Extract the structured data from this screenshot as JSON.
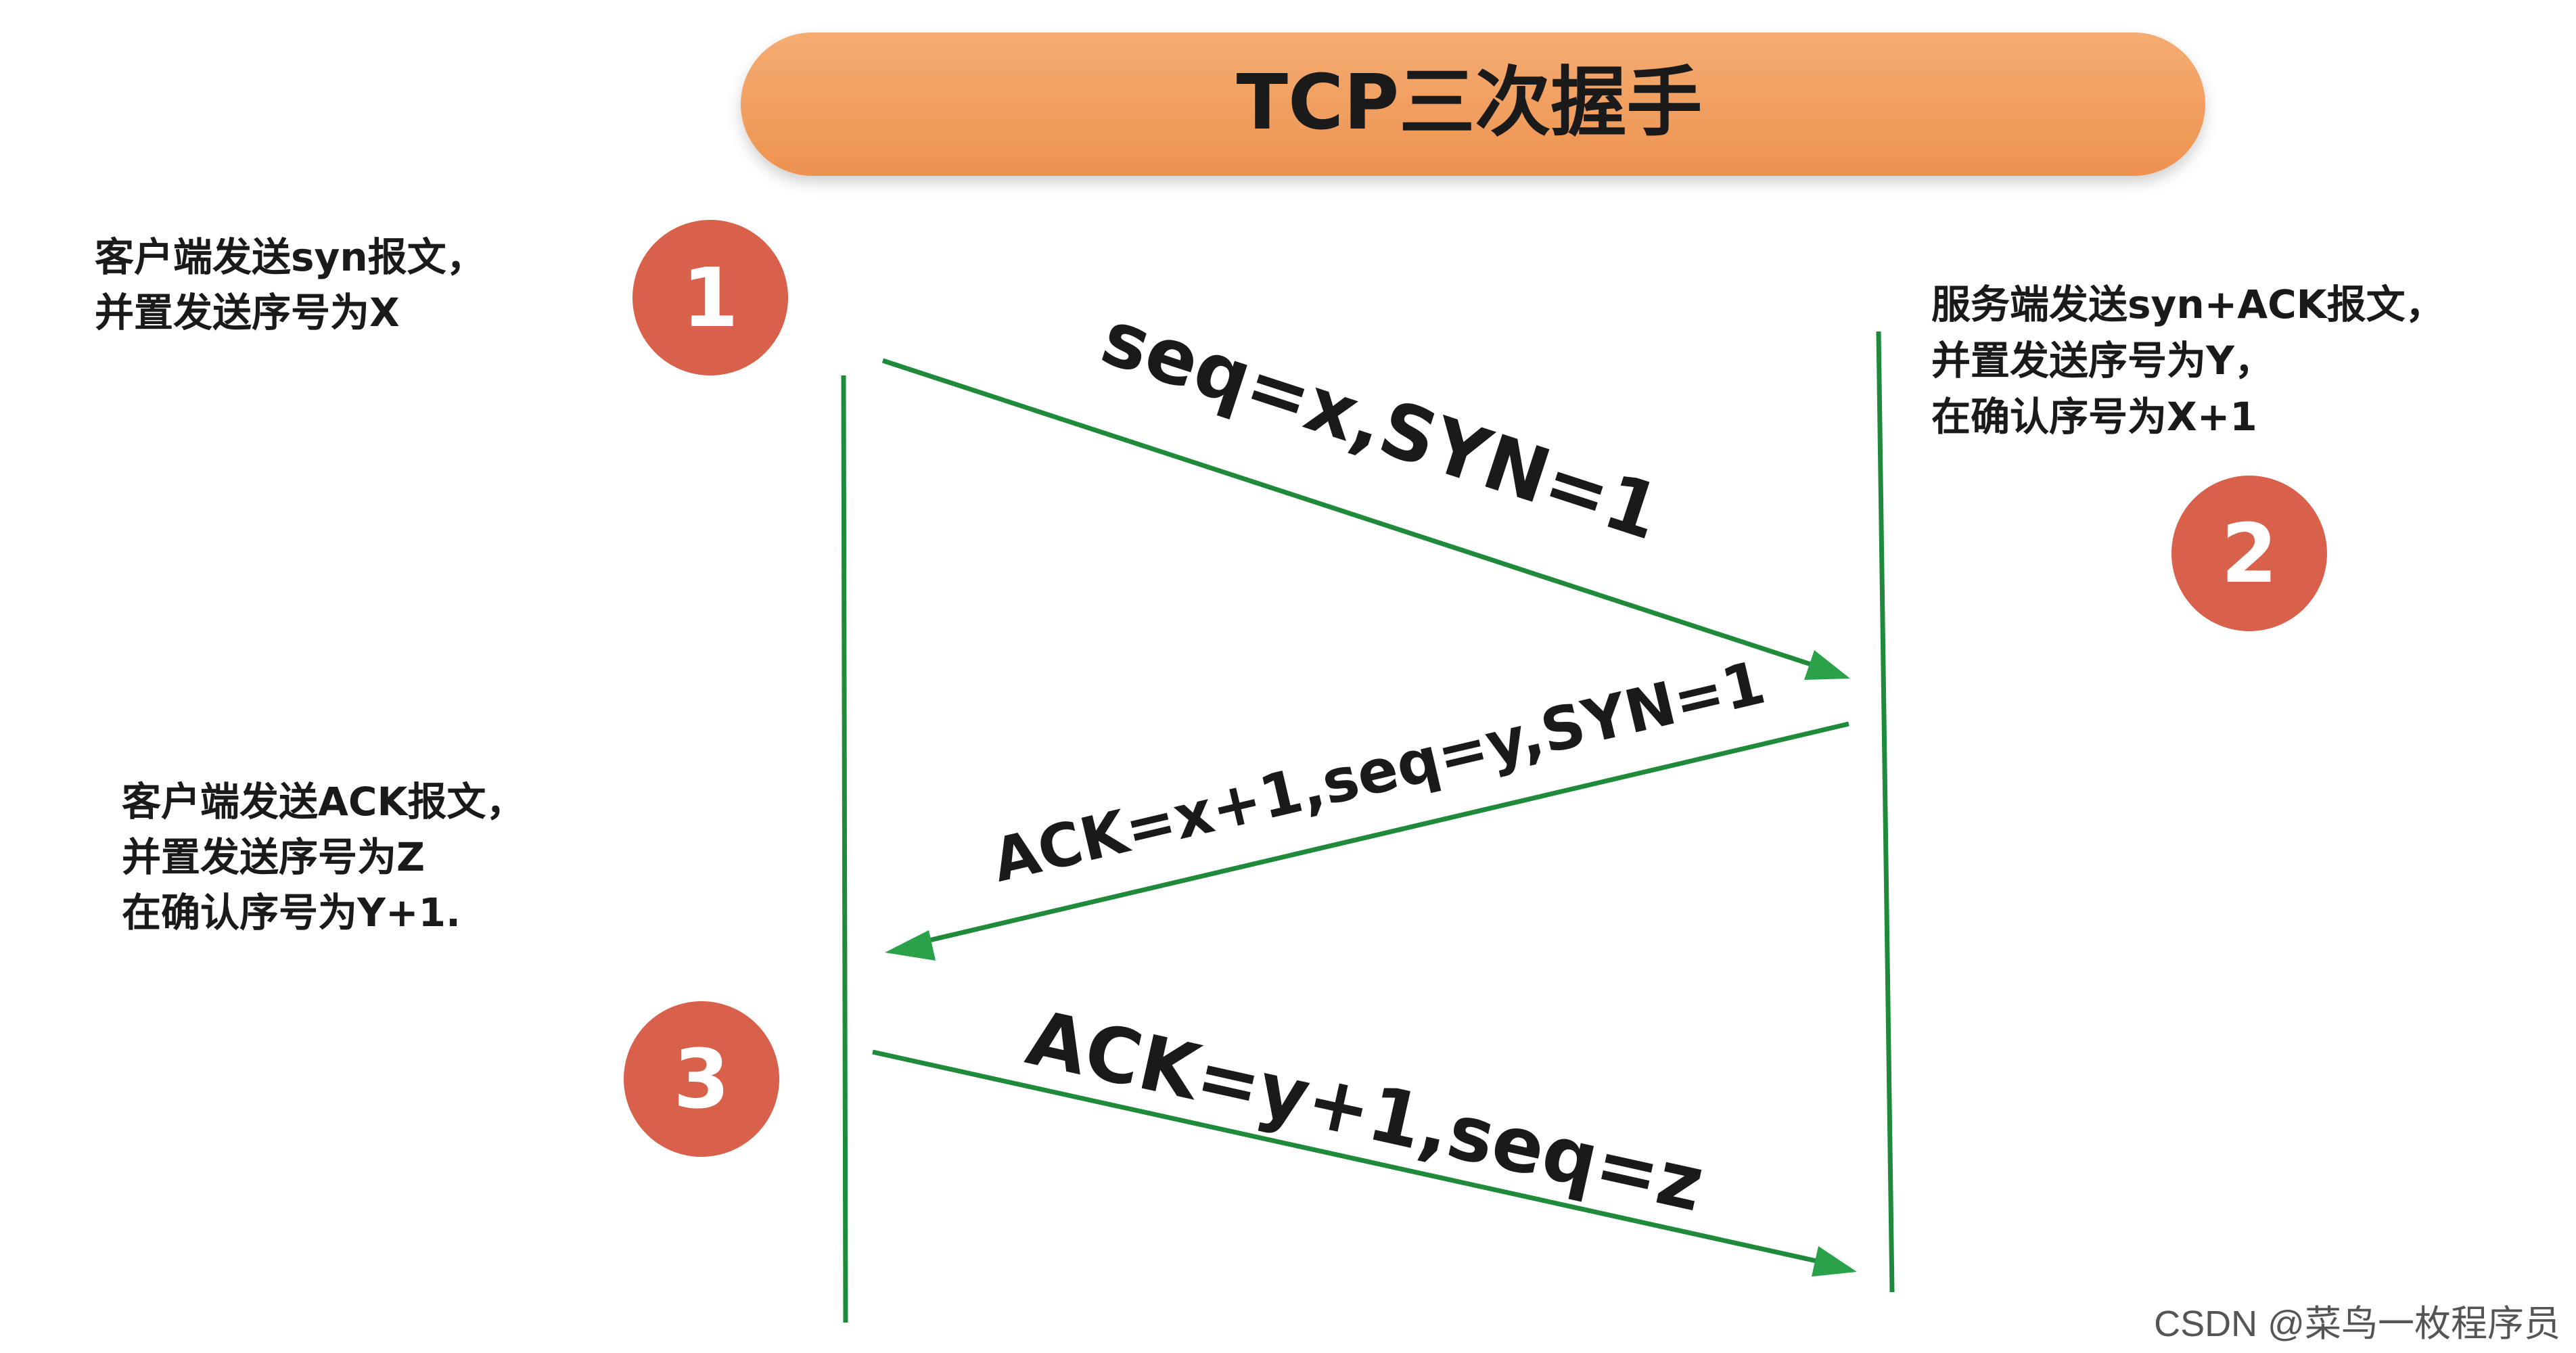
{
  "title": "TCP三次握手",
  "colors": {
    "title_fill": "#EE9350",
    "title_fill_light": "#F4AC72",
    "line": "#1E8A3A",
    "arrowhead": "#2BA24A",
    "step_circle": "#D9604A",
    "step_text": "#FFFFFF",
    "text": "#1A1A1A",
    "watermark": "#555555"
  },
  "steps": {
    "s1": "1",
    "s2": "2",
    "s3": "3"
  },
  "notes": {
    "client_syn": [
      "客户端发送syn报文，",
      "并置发送序号为X"
    ],
    "server_synack": [
      "服务端发送syn+ACK报文，",
      "并置发送序号为Y，",
      "在确认序号为X+1"
    ],
    "client_ack": [
      "客户端发送ACK报文，",
      "并置发送序号为Z",
      "在确认序号为Y+1."
    ]
  },
  "messages": {
    "m1": "seq=x,SYN=1",
    "m2": "ACK=x+1,seq=y,SYN=1",
    "m3": "ACK=y+1,seq=z"
  },
  "watermark": "CSDN @菜鸟一枚程序员"
}
